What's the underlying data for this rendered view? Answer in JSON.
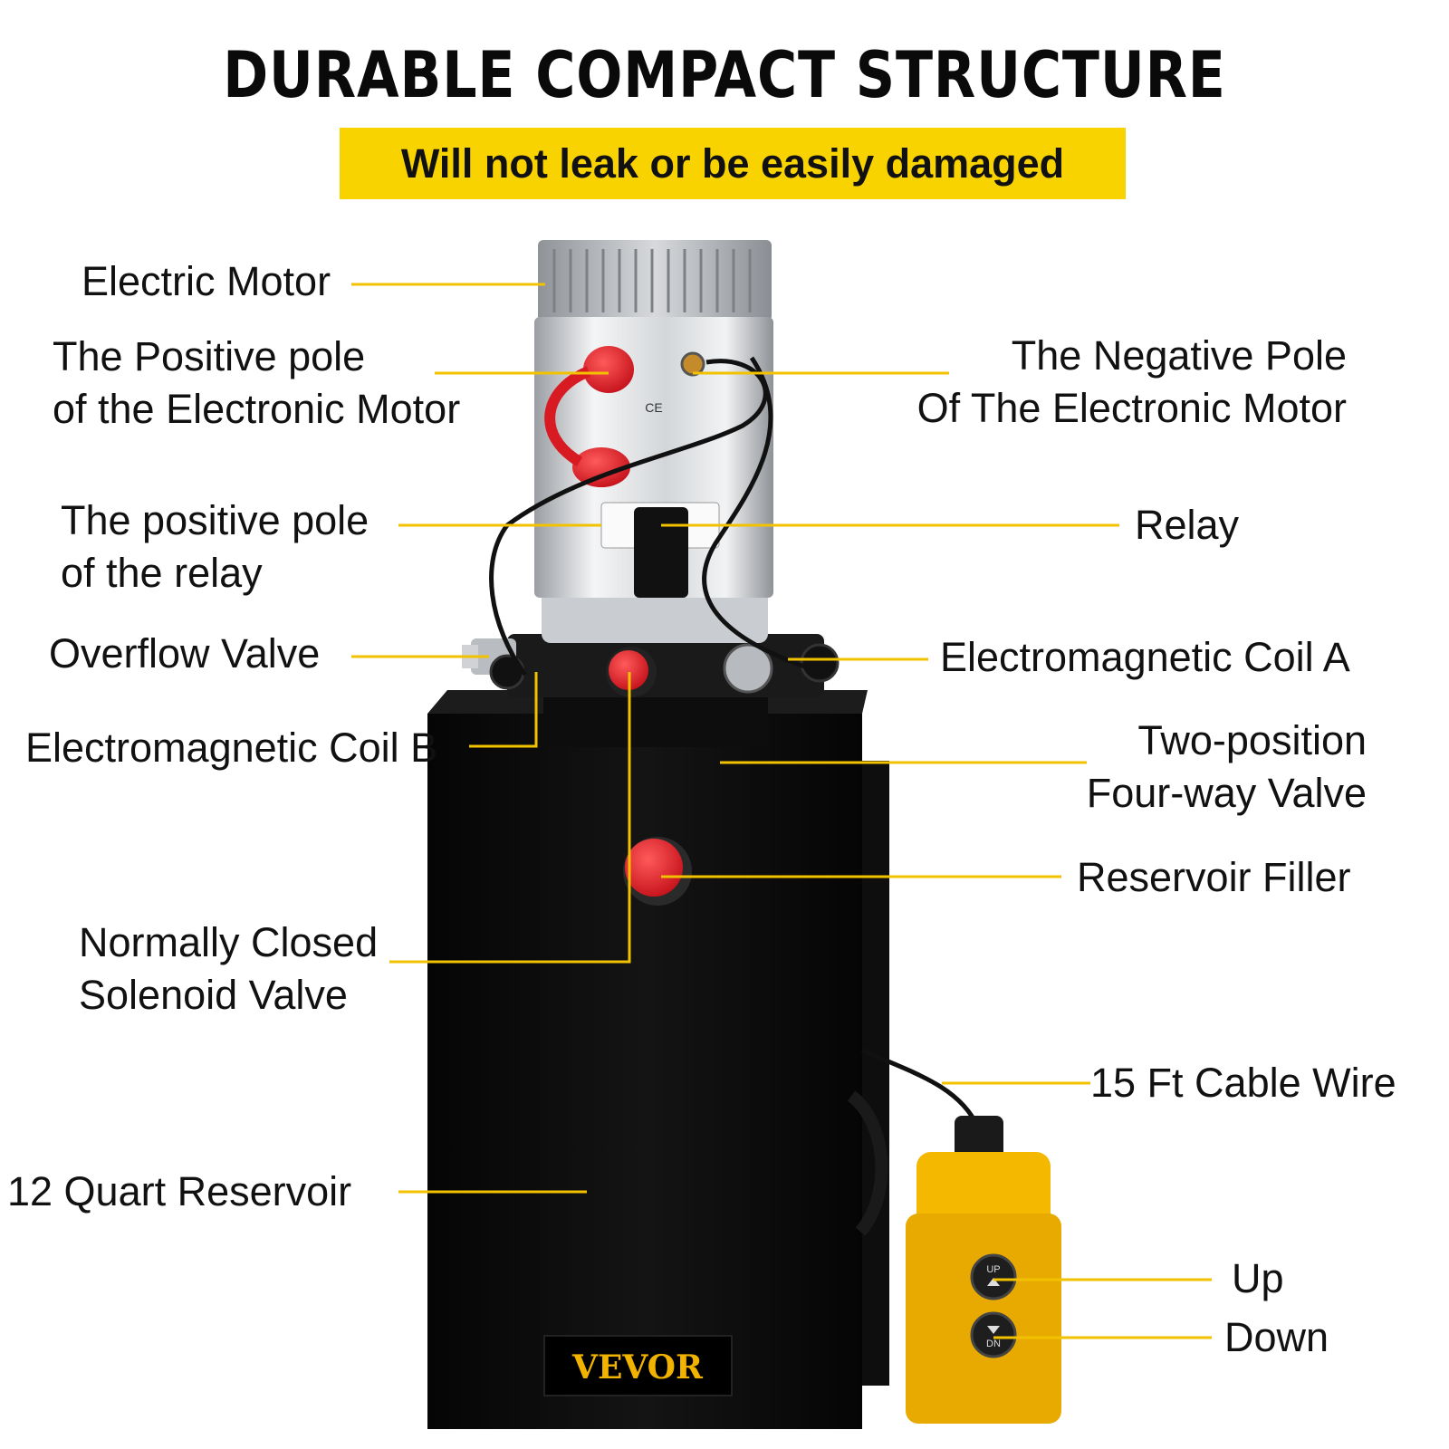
{
  "header": {
    "title": "DURABLE COMPACT STRUCTURE",
    "subtitle": "Will not leak or be easily damaged"
  },
  "callouts": {
    "electric_motor": "Electric Motor",
    "positive_pole_motor": [
      "The Positive pole",
      "of the Electronic Motor"
    ],
    "negative_pole_motor": [
      "The Negative Pole",
      "Of The Electronic Motor"
    ],
    "positive_pole_relay": [
      "The positive pole",
      "of the relay"
    ],
    "relay": "Relay",
    "overflow_valve": "Overflow Valve",
    "coil_a": "Electromagnetic Coil A",
    "coil_b": "Electromagnetic Coil B",
    "four_way_valve": [
      "Two-position",
      "Four-way Valve"
    ],
    "reservoir_filler": "Reservoir Filler",
    "solenoid_valve": [
      "Normally Closed",
      "Solenoid Valve"
    ],
    "cable_wire": "15 Ft Cable Wire",
    "reservoir": "12 Quart Reservoir",
    "up": "Up",
    "down": "Down"
  },
  "product": {
    "brand": "VEVOR",
    "up_button": "UP",
    "down_button": "DN",
    "cert_mark": "CE"
  },
  "colors": {
    "accent_yellow": "#f9d300",
    "leader_line": "#f2c200",
    "reservoir_black": "#0b0b0b",
    "cap_red": "#e8202a",
    "remote_yellow": "#f5b800"
  }
}
